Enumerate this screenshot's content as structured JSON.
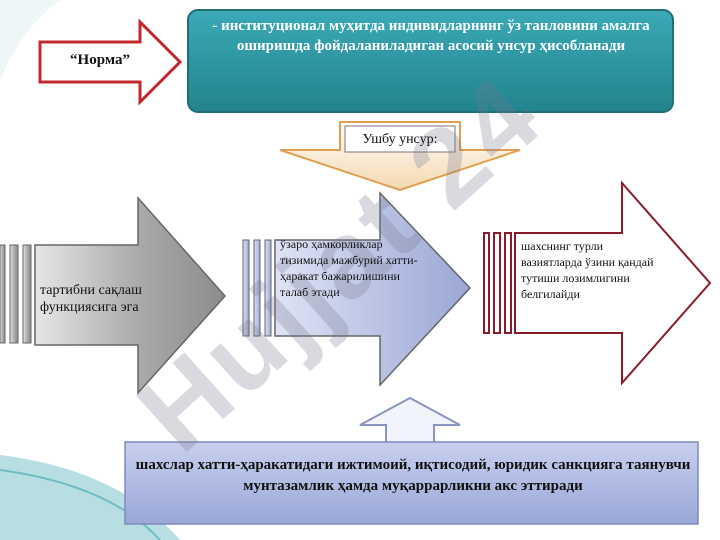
{
  "diagram": {
    "norma_label": "“Норма”",
    "top_box_text": "- институционал муҳитда индивидларнинг ўз танловини амалга оширишда фойдаланиладиган асосий унсур ҳисобланади",
    "unsur_label": "Ушбу унсур:",
    "arrow1_text": "тартибни сақлаш функциясига эга",
    "arrow2_text": "ўзаро ҳамкорликлар тизимида мажбурий хатти-ҳаракат бажарилишини талаб этади",
    "arrow3_text": "шахснинг турли вазиятларда ўзини қандай тутиши лозимлигини белгилайди",
    "bottom_text": "шахслар хатти-ҳаракатидаги ижтимоий, иқтисодий, юридик санкцияга таянувчи мунтазамлик ҳамда  муқаррарликни акс эттиради",
    "watermark": "Hujjat 24"
  },
  "colors": {
    "top_box": "#2f9aa6",
    "top_box_border": "#1f6e78",
    "norma_arrow_border": "#c0282e",
    "arrow3_border": "#8b1a2a",
    "bottom_box": "#a9b4dc",
    "gray_arrow": "#9a9a9a"
  }
}
